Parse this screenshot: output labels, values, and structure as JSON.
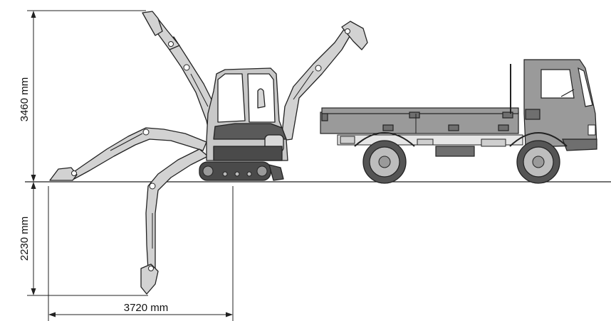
{
  "dimensions": {
    "height_above_ground": "3460 mm",
    "digging_depth": "2230 mm",
    "reach": "3720 mm"
  },
  "colors": {
    "arm_fill": "#d2d2d2",
    "machine_dark": "#4a4a4a",
    "truck_fill": "#9a9a9a",
    "line": "#222222"
  }
}
